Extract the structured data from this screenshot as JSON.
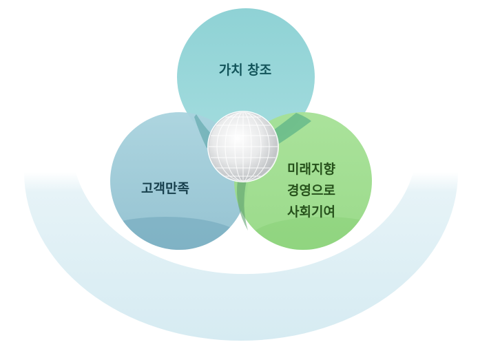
{
  "labels": {
    "value_creation": "가치 창조",
    "customer_satisfaction": "고객만족",
    "future_line1": "미래지향",
    "future_line2": "경영으로",
    "future_line3": "사회기여"
  },
  "colors": {
    "top_circle": "#8fd3d6",
    "left_circle": "#8ec4d2",
    "right_circle": "#9fdc8c",
    "arc": "#d8ecf2",
    "top_text": "#12545a",
    "left_text": "#173f4c",
    "right_text": "#26511b"
  }
}
